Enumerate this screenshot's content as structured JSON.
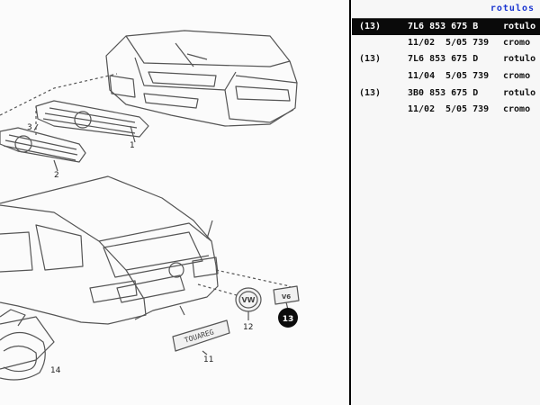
{
  "header": {
    "title": "rotulos"
  },
  "rows": [
    {
      "ref": "(13)",
      "part": "7L6 853 675 B",
      "desc": "rotulo",
      "date": "11/02",
      "code": "5/05 739",
      "finish": "cromo"
    },
    {
      "ref": "(13)",
      "part": "7L6 853 675 D",
      "desc": "rotulo",
      "date": "11/04",
      "code": "5/05 739",
      "finish": "cromo"
    },
    {
      "ref": "(13)",
      "part": "3B0 853 675 D",
      "desc": "rotulo",
      "date": "11/02",
      "code": "5/05 739",
      "finish": "cromo"
    }
  ],
  "diagram": {
    "callouts": [
      "1",
      "2",
      "3",
      "11",
      "12",
      "13",
      "14"
    ],
    "emblem_text": "TOUAREG",
    "badge_text": "V6",
    "logo_text": "VW"
  }
}
